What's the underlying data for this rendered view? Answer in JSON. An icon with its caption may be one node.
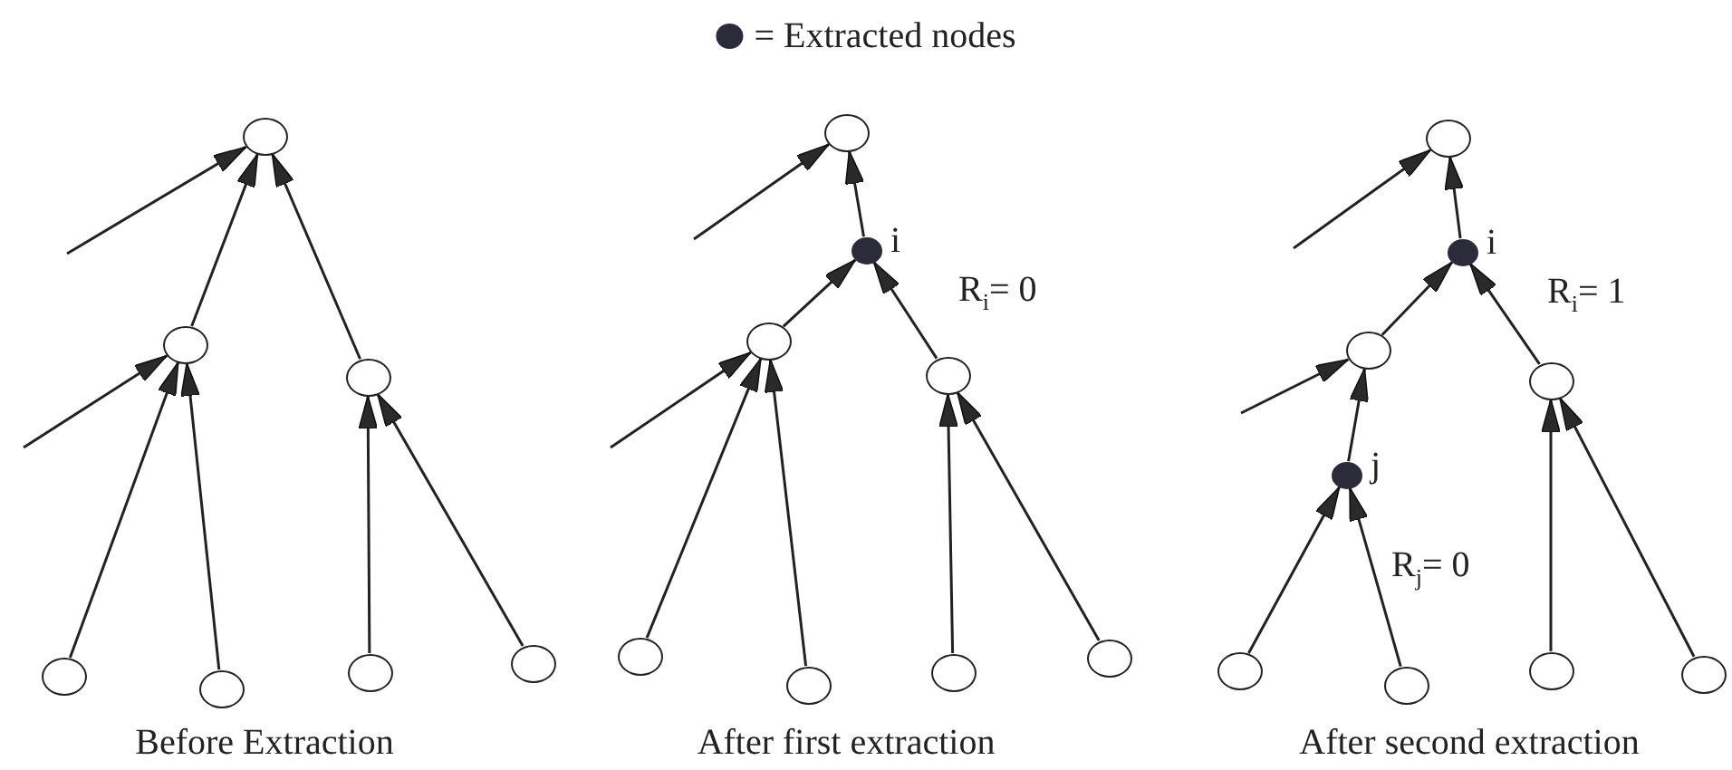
{
  "diagram": {
    "nodes": [
      {
        "text": [],
        "shape": "circle"
      },
      {
        "text": [],
        "shape": "circle"
      },
      {
        "text": [],
        "shape": "circle"
      },
      {
        "text": [],
        "shape": "circle"
      },
      {
        "text": [],
        "shape": "circle"
      },
      {
        "text": [],
        "shape": "circle"
      },
      {
        "text": [],
        "shape": "circle"
      },
      {
        "text": [],
        "shape": "circle"
      },
      {
        "text": [],
        "shape": "dot",
        "beside": [
          "i"
        ]
      },
      {
        "text": [],
        "shape": "circle"
      },
      {
        "text": [],
        "shape": "circle"
      },
      {
        "text": [],
        "shape": "circle"
      },
      {
        "text": [],
        "shape": "circle"
      },
      {
        "text": [],
        "shape": "circle"
      },
      {
        "text": [],
        "shape": "circle"
      },
      {
        "text": [],
        "shape": "circle"
      },
      {
        "text": [],
        "shape": "dot",
        "beside": [
          "i"
        ]
      },
      {
        "text": [],
        "shape": "circle"
      },
      {
        "text": [],
        "shape": "circle"
      },
      {
        "text": [],
        "shape": "dot",
        "beside": [
          "j"
        ]
      },
      {
        "text": [],
        "shape": "circle"
      },
      {
        "text": [],
        "shape": "circle"
      },
      {
        "text": [],
        "shape": "circle"
      },
      {
        "text": [],
        "shape": "circle"
      }
    ],
    "edges": [
      {
        "from": 1,
        "to": 0,
        "arrow": "to"
      },
      {
        "from": 2,
        "to": 0,
        "arrow": "to"
      },
      {
        "from": 3,
        "to": 1,
        "arrow": "to"
      },
      {
        "from": 4,
        "to": 1,
        "arrow": "to"
      },
      {
        "from": 5,
        "to": 2,
        "arrow": "to"
      },
      {
        "from": 6,
        "to": 2,
        "arrow": "to"
      },
      {
        "from": null,
        "to": 0,
        "arrow": "to"
      },
      {
        "from": null,
        "to": 1,
        "arrow": "to"
      },
      {
        "from": 8,
        "to": 7,
        "arrow": "to"
      },
      {
        "from": 9,
        "to": 8,
        "arrow": "to"
      },
      {
        "from": 10,
        "to": 8,
        "arrow": "to",
        "label": "R$_{i}$= 0"
      },
      {
        "from": 11,
        "to": 9,
        "arrow": "to"
      },
      {
        "from": 12,
        "to": 9,
        "arrow": "to"
      },
      {
        "from": 13,
        "to": 10,
        "arrow": "to"
      },
      {
        "from": 14,
        "to": 10,
        "arrow": "to"
      },
      {
        "from": null,
        "to": 7,
        "arrow": "to"
      },
      {
        "from": null,
        "to": 9,
        "arrow": "to"
      },
      {
        "from": 16,
        "to": 15,
        "arrow": "to"
      },
      {
        "from": 17,
        "to": 16,
        "arrow": "to"
      },
      {
        "from": 18,
        "to": 16,
        "arrow": "to",
        "label": "R$_{i}$= 1"
      },
      {
        "from": 19,
        "to": 17,
        "arrow": "to"
      },
      {
        "from": 20,
        "to": 19,
        "arrow": "to"
      },
      {
        "from": 21,
        "to": 19,
        "arrow": "to",
        "label": "R$_{j}$= 0"
      },
      {
        "from": 22,
        "to": 18,
        "arrow": "to"
      },
      {
        "from": 23,
        "to": 18,
        "arrow": "to"
      },
      {
        "from": null,
        "to": 15,
        "arrow": "to"
      },
      {
        "from": null,
        "to": 17,
        "arrow": "to"
      }
    ],
    "labels": [
      "Before Extraction",
      "After first extraction",
      "After second extraction"
    ],
    "legend": [
      {
        "text": "= Extracted nodes",
        "color": "#2b2b3a"
      }
    ]
  }
}
